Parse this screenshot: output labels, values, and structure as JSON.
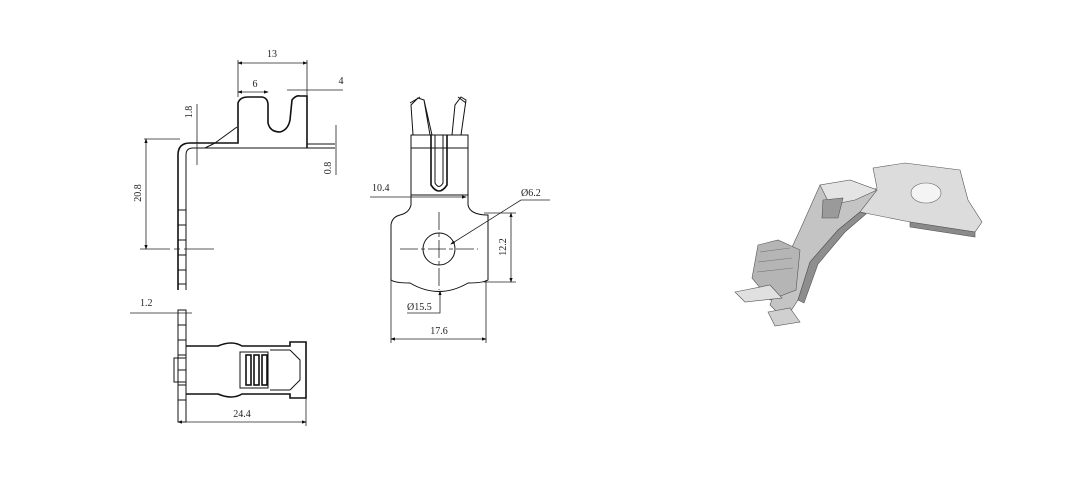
{
  "drawing": {
    "side_view": {
      "dim_overall_length": "13",
      "dim_slot_offset": "6",
      "dim_slot_width": "4",
      "dim_bend_radius": "1.8",
      "dim_thickness": "0.8",
      "dim_height": "20.8"
    },
    "bottom_view": {
      "dim_thickness": "1.2",
      "dim_length": "24.4"
    },
    "front_view": {
      "dim_tab_width": "10.4",
      "dim_hole": "Ø6.2",
      "dim_pad_height": "12.2",
      "dim_pad_radius": "Ø15.5",
      "dim_pad_width": "17.6"
    },
    "render_3d": {
      "colors": {
        "light": "#d9d9d9",
        "mid": "#a8a8a8",
        "dark": "#6e6e6e"
      }
    }
  }
}
